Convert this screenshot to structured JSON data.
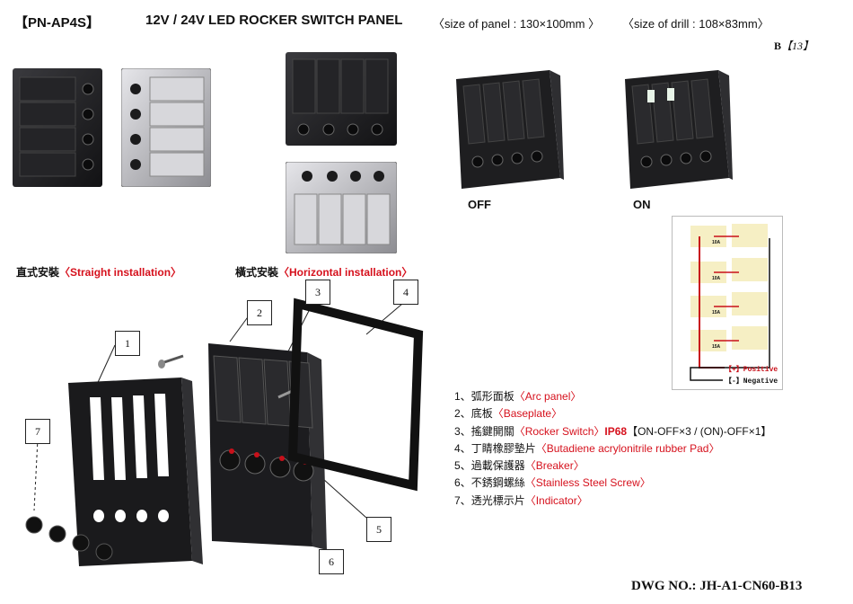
{
  "header": {
    "code": "【PN-AP4S】",
    "title": "12V / 24V LED ROCKER SWITCH PANEL",
    "panel_size": "〈size of panel : 130×100mm 〉",
    "drill_size": "〈size of drill : 108×83mm〉",
    "page_ref_prefix": "B",
    "page_ref_num": "【13】"
  },
  "states": {
    "off": "OFF",
    "on": "ON"
  },
  "installation": {
    "straight_cn": "直式安裝",
    "straight_en": "〈Straight  installation〉",
    "horizontal_cn": "橫式安裝",
    "horizontal_en": "〈Horizontal  installation〉"
  },
  "callouts": [
    "1",
    "2",
    "3",
    "4",
    "5",
    "6",
    "7"
  ],
  "parts": [
    {
      "num": "1、",
      "cn": "弧形面板",
      "en": "〈Arc panel〉"
    },
    {
      "num": "2、",
      "cn": "底板",
      "en": "〈Baseplate〉"
    },
    {
      "num": "3、",
      "cn": "搖鍵開關",
      "en": "〈Rocker Switch〉",
      "ip": "IP68",
      "extra": "【ON-OFF×3 / (ON)-OFF×1】"
    },
    {
      "num": "4、",
      "cn": "丁睛橡膠墊片",
      "en": "〈Butadiene acrylonitrile rubber Pad〉"
    },
    {
      "num": "5、",
      "cn": "過載保護器",
      "en": "〈Breaker〉"
    },
    {
      "num": "6、",
      "cn": "不銹鋼螺絲",
      "en": "〈Stainless Steel Screw〉"
    },
    {
      "num": "7、",
      "cn": "透光標示片",
      "en": "〈Indicator〉"
    }
  ],
  "wiring": {
    "breakers": [
      "10A",
      "10A",
      "15A",
      "15A"
    ],
    "positive": "【+】Positive",
    "negative": "【-】Negative"
  },
  "drawing_no": "DWG NO.: JH-A1-CN60-B13",
  "colors": {
    "accent_red": "#d6111d",
    "panel_black": "#1d1d1f",
    "panel_silver": "#b9b9bd"
  }
}
